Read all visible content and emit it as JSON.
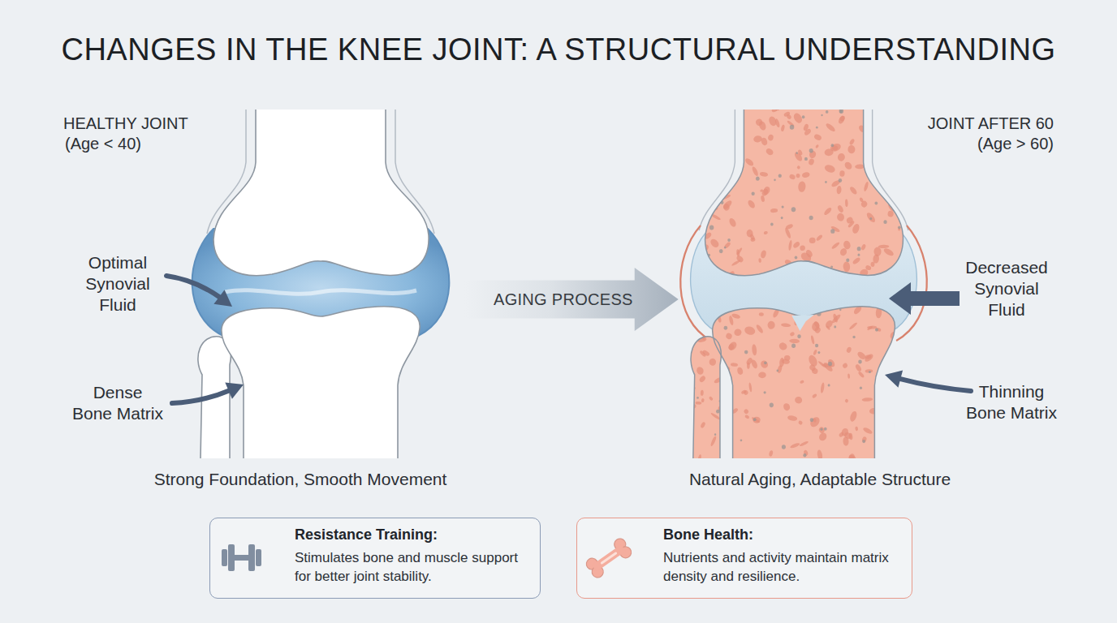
{
  "diagram": {
    "title": "CHANGES IN THE KNEE JOINT: A STRUCTURAL UNDERSTANDING",
    "nodes": [
      {
        "text": [
          "AGING PROCESS"
        ]
      },
      {
        "text": [
          "Resistance Training:",
          "Stimulates bone and muscle support for better joint stability."
        ]
      },
      {
        "text": [
          "Bone Health:",
          "Nutrients and activity maintain matrix density and resilience."
        ]
      }
    ],
    "labels": [
      "HEALTHY JOINT",
      "(Age < 40)",
      "JOINT AFTER 60",
      "(Age > 60)",
      "Optimal Synovial Fluid",
      "Dense Bone Matrix",
      "Decreased Synovial Fluid",
      "Thinning Bone Matrix",
      "Strong Foundation, Smooth Movement",
      "Natural Aging, Adaptable Structure"
    ]
  }
}
